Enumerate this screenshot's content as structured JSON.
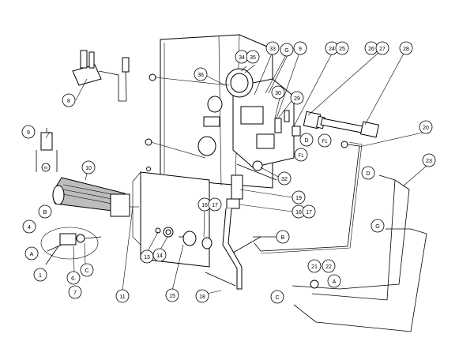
{
  "callouts": {
    "c1": "1",
    "c4": "4",
    "c6": "6.",
    "c7": "7",
    "c8": "8",
    "c9": "9",
    "c10": "10",
    "c11": "11",
    "c13": "13",
    "c14": "14",
    "c15": "15",
    "c16": "16",
    "c17": "17",
    "c18": "18",
    "c19": "19",
    "c20": "20",
    "c21": "21",
    "c22": "22",
    "c23": "23",
    "c24": "24",
    "c25": "25",
    "c26": "26",
    "c27": "27",
    "c28": "28",
    "c29": "29",
    "c30": "30",
    "c32": "32",
    "c33": "33",
    "c34": "34",
    "c35": "35",
    "c36": "36",
    "cA": "A",
    "cB": "B",
    "cC": "C",
    "cD": "D",
    "cF1": "F1",
    "cG": "G",
    "cM": "m"
  }
}
